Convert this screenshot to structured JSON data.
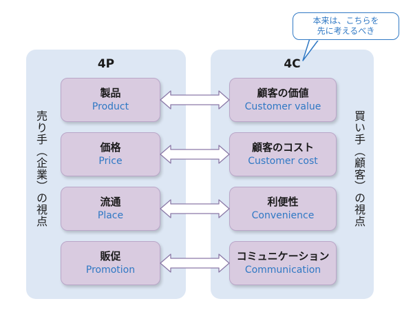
{
  "left_panel": {
    "title": "4P",
    "side_label": "売り手（企業）の視点",
    "items": [
      {
        "jp": "製品",
        "en": "Product"
      },
      {
        "jp": "価格",
        "en": "Price"
      },
      {
        "jp": "流通",
        "en": "Place"
      },
      {
        "jp": "販促",
        "en": "Promotion"
      }
    ]
  },
  "right_panel": {
    "title": "4C",
    "side_label": "買い手（顧客）の視点",
    "items": [
      {
        "jp": "顧客の価値",
        "en": "Customer value"
      },
      {
        "jp": "顧客のコスト",
        "en": "Customer cost"
      },
      {
        "jp": "利便性",
        "en": "Convenience"
      },
      {
        "jp": "コミュニケーション",
        "en": "Communication"
      }
    ]
  },
  "callout": {
    "line1": "本来は、こちらを",
    "line2": "先に考えるべき"
  },
  "colors": {
    "panel_bg": "#dde7f4",
    "box_bg": "#d9cbe0",
    "english_text": "#2f78c4",
    "callout_border": "#2f78c4"
  }
}
